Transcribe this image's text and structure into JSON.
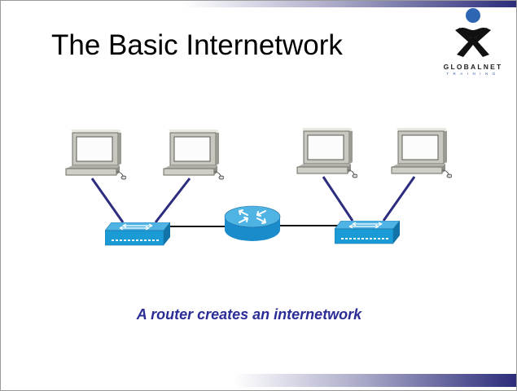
{
  "slide": {
    "title": "The Basic Internetwork",
    "caption": "A router creates an internetwork"
  },
  "logo": {
    "name": "GLOBALNET",
    "subtitle": "TRAINING",
    "icon": "globalnet-person-logo"
  },
  "colors": {
    "band_dark": "#2b2b7a",
    "caption": "#2c2c96",
    "device_blue": "#1a9bd6",
    "link_blue": "#2d2d80"
  },
  "diagram": {
    "nodes": [
      {
        "id": "pc-1",
        "kind": "workstation-icon"
      },
      {
        "id": "pc-2",
        "kind": "workstation-icon"
      },
      {
        "id": "pc-3",
        "kind": "workstation-icon"
      },
      {
        "id": "pc-4",
        "kind": "workstation-icon"
      },
      {
        "id": "switch-left",
        "kind": "switch-icon"
      },
      {
        "id": "router",
        "kind": "router-icon"
      },
      {
        "id": "switch-right",
        "kind": "switch-icon"
      }
    ],
    "edges": [
      {
        "from": "pc-1",
        "to": "switch-left"
      },
      {
        "from": "pc-2",
        "to": "switch-left"
      },
      {
        "from": "switch-left",
        "to": "router"
      },
      {
        "from": "router",
        "to": "switch-right"
      },
      {
        "from": "pc-3",
        "to": "switch-right"
      },
      {
        "from": "pc-4",
        "to": "switch-right"
      }
    ]
  }
}
